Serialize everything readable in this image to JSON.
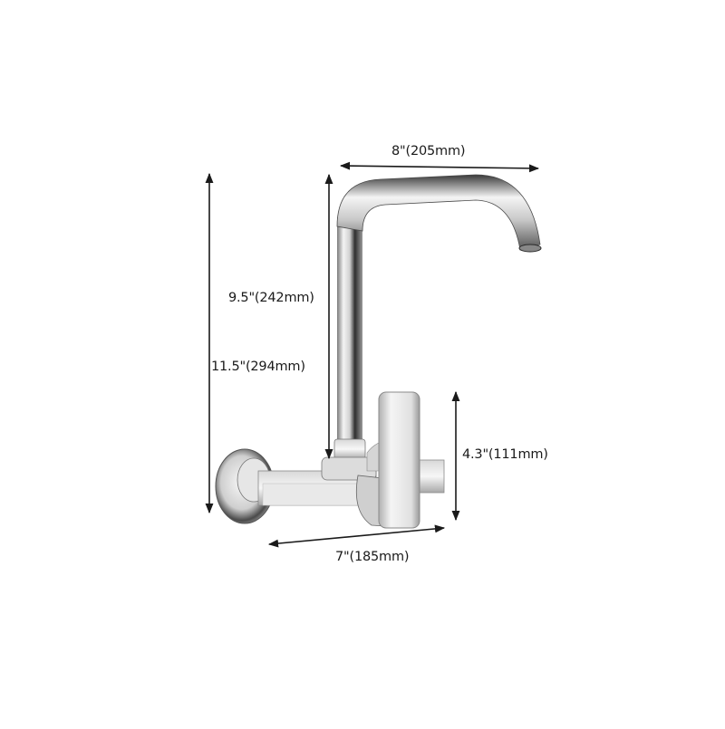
{
  "diagram": {
    "subject": "wall-mounted kitchen faucet",
    "colors": {
      "background": "#ffffff",
      "dimension_line": "#1a1a1a",
      "chrome_light": "#f2f2f2",
      "chrome_mid": "#bfbfbf",
      "chrome_dark": "#3a3a3a"
    },
    "dimensions": {
      "spout_reach": {
        "label": "8\"(205mm)"
      },
      "spout_height": {
        "label": "9.5\"(242mm)"
      },
      "total_height": {
        "label": "11.5\"(294mm)"
      },
      "handle_height": {
        "label": "4.3\"(111mm)"
      },
      "body_length": {
        "label": "7\"(185mm)"
      }
    }
  }
}
